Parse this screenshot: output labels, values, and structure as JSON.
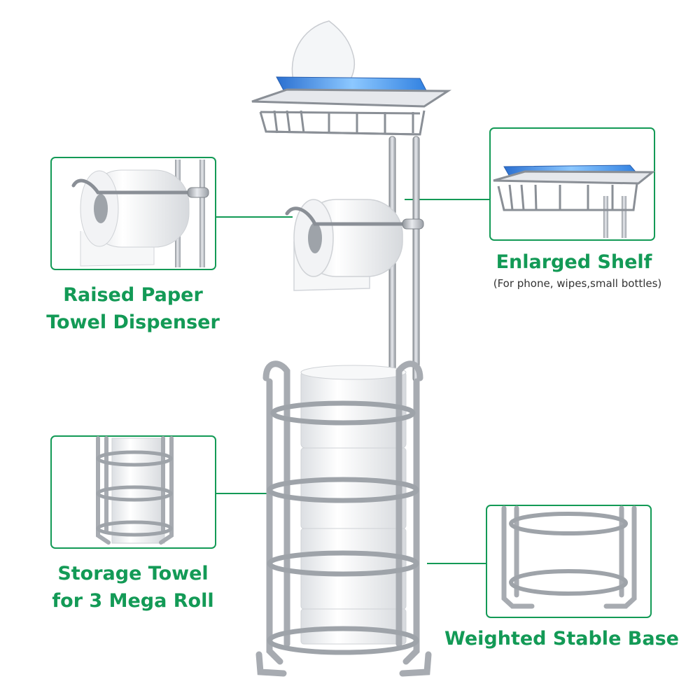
{
  "callouts": {
    "enlarged_shelf": {
      "title": "Enlarged Shelf",
      "subtitle": "(For phone, wipes,small bottles)"
    },
    "paper_dispenser": {
      "line1": "Raised Paper",
      "line2": "Towel Dispenser"
    },
    "storage": {
      "line1": "Storage Towel",
      "line2": "for 3 Mega Roll"
    },
    "base": {
      "title": "Weighted Stable Base"
    }
  },
  "colors": {
    "accent_green": "#139a56",
    "metal": "#b8bcc2",
    "metal_dark": "#8a8f96",
    "wipes_blue": "#3a8ee6"
  }
}
